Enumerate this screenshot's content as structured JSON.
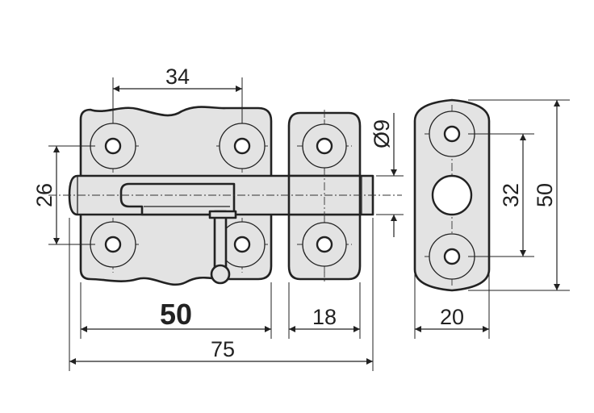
{
  "dimensions": {
    "base_hole_spacing": "34",
    "bolt_spacing": "26",
    "base_width": "50",
    "total_length": "75",
    "keeper_width": "18",
    "bolt_diameter": "Ø9",
    "plate_width": "20",
    "plate_hole_spacing": "32",
    "plate_height": "50"
  }
}
